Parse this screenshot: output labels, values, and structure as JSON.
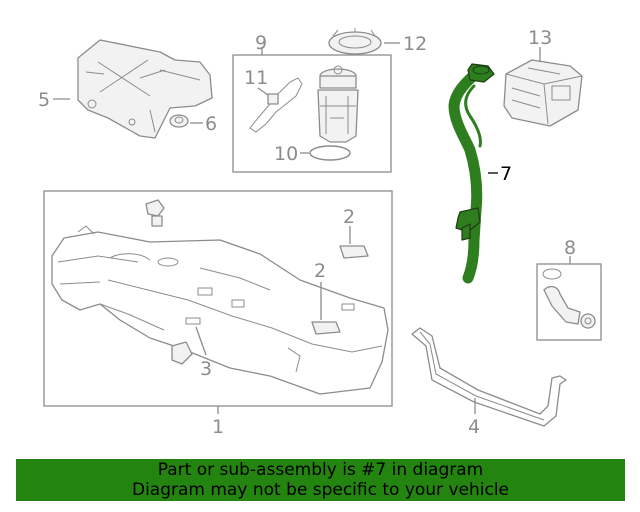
{
  "callouts": {
    "c1": "1",
    "c2a": "2",
    "c2b": "2",
    "c3": "3",
    "c4": "4",
    "c5": "5",
    "c6": "6",
    "c7": "7",
    "c8": "8",
    "c9": "9",
    "c10": "10",
    "c11": "11",
    "c12": "12",
    "c13": "13"
  },
  "highlighted_part": "7",
  "colors": {
    "highlight": "#2e7d1e",
    "banner": "#23840f",
    "line_art": "#8c8c8c"
  },
  "banner": {
    "line1": "Part or sub-assembly is #7 in diagram",
    "line2": "Diagram may not be specific to your vehicle"
  }
}
